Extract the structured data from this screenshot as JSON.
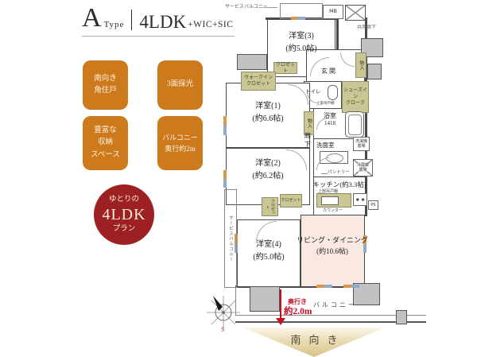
{
  "header": {
    "type_letter": "A",
    "type_word": "Type",
    "plan": "4LDK",
    "suffix": "+WIC+SIC"
  },
  "badges": [
    {
      "lines": [
        "南向き",
        "角住戸"
      ]
    },
    {
      "lines": [
        "3面採光"
      ]
    },
    {
      "lines": [
        "豊富な",
        "収納",
        "スペース"
      ]
    },
    {
      "lines": [
        "バルコニー",
        "奥行約2m"
      ]
    }
  ],
  "seal": {
    "lines": [
      "ゆとりの",
      "4LDK",
      "プラン"
    ]
  },
  "plan": {
    "rooms": {
      "room3": {
        "name": "洋室(3)",
        "size": "(約5.0帖)"
      },
      "room1": {
        "name": "洋室(1)",
        "size": "(約6.6帖)"
      },
      "room2": {
        "name": "洋室(2)",
        "size": "(約6.2帖)"
      },
      "room4": {
        "name": "洋室(4)",
        "size": "(約5.0帖)"
      },
      "living": {
        "name": "リビング・ダイニング",
        "size": "(約10.6帖)"
      },
      "kitchen": {
        "name": "キッチン(約3.3帖)"
      },
      "bath": {
        "name": "浴室",
        "size": "1418"
      },
      "washroom": "洗面室",
      "toilet": "トイレ",
      "entrance": "玄関",
      "hallway": "廊下"
    },
    "storage": {
      "closet": "クロゼット",
      "wic": [
        "ウォークイン",
        "クロゼット"
      ],
      "sic": [
        "シューズイン",
        "クローク"
      ],
      "monoire": "物入",
      "pantry": "パントリー"
    },
    "fixtures": {
      "washer": [
        "洗濯機",
        "置場"
      ],
      "fridge": [
        "冷蔵庫",
        "置場"
      ],
      "upper_cabinet": "上部吊戸棚",
      "counter": "カウンター",
      "ps": "PS",
      "mb": "MB"
    },
    "outdoor": {
      "service_balcony": "サービスバルコニー",
      "balcony": "バルコニー",
      "common_corridor": "共用廊下",
      "depth_label": "奥行き",
      "depth_value": "約2.0m"
    }
  },
  "direction": {
    "south": "南向き",
    "compass_south": "S"
  },
  "colors": {
    "badge_orange": "#cd7a1d",
    "seal_red": "#9d2023",
    "living_pink": "#f9e9e2",
    "storage_green": "#cbc795",
    "accent_red": "#c40f25",
    "direction_tan": "#d9c289",
    "wall_gray": "#4a4a4a"
  }
}
